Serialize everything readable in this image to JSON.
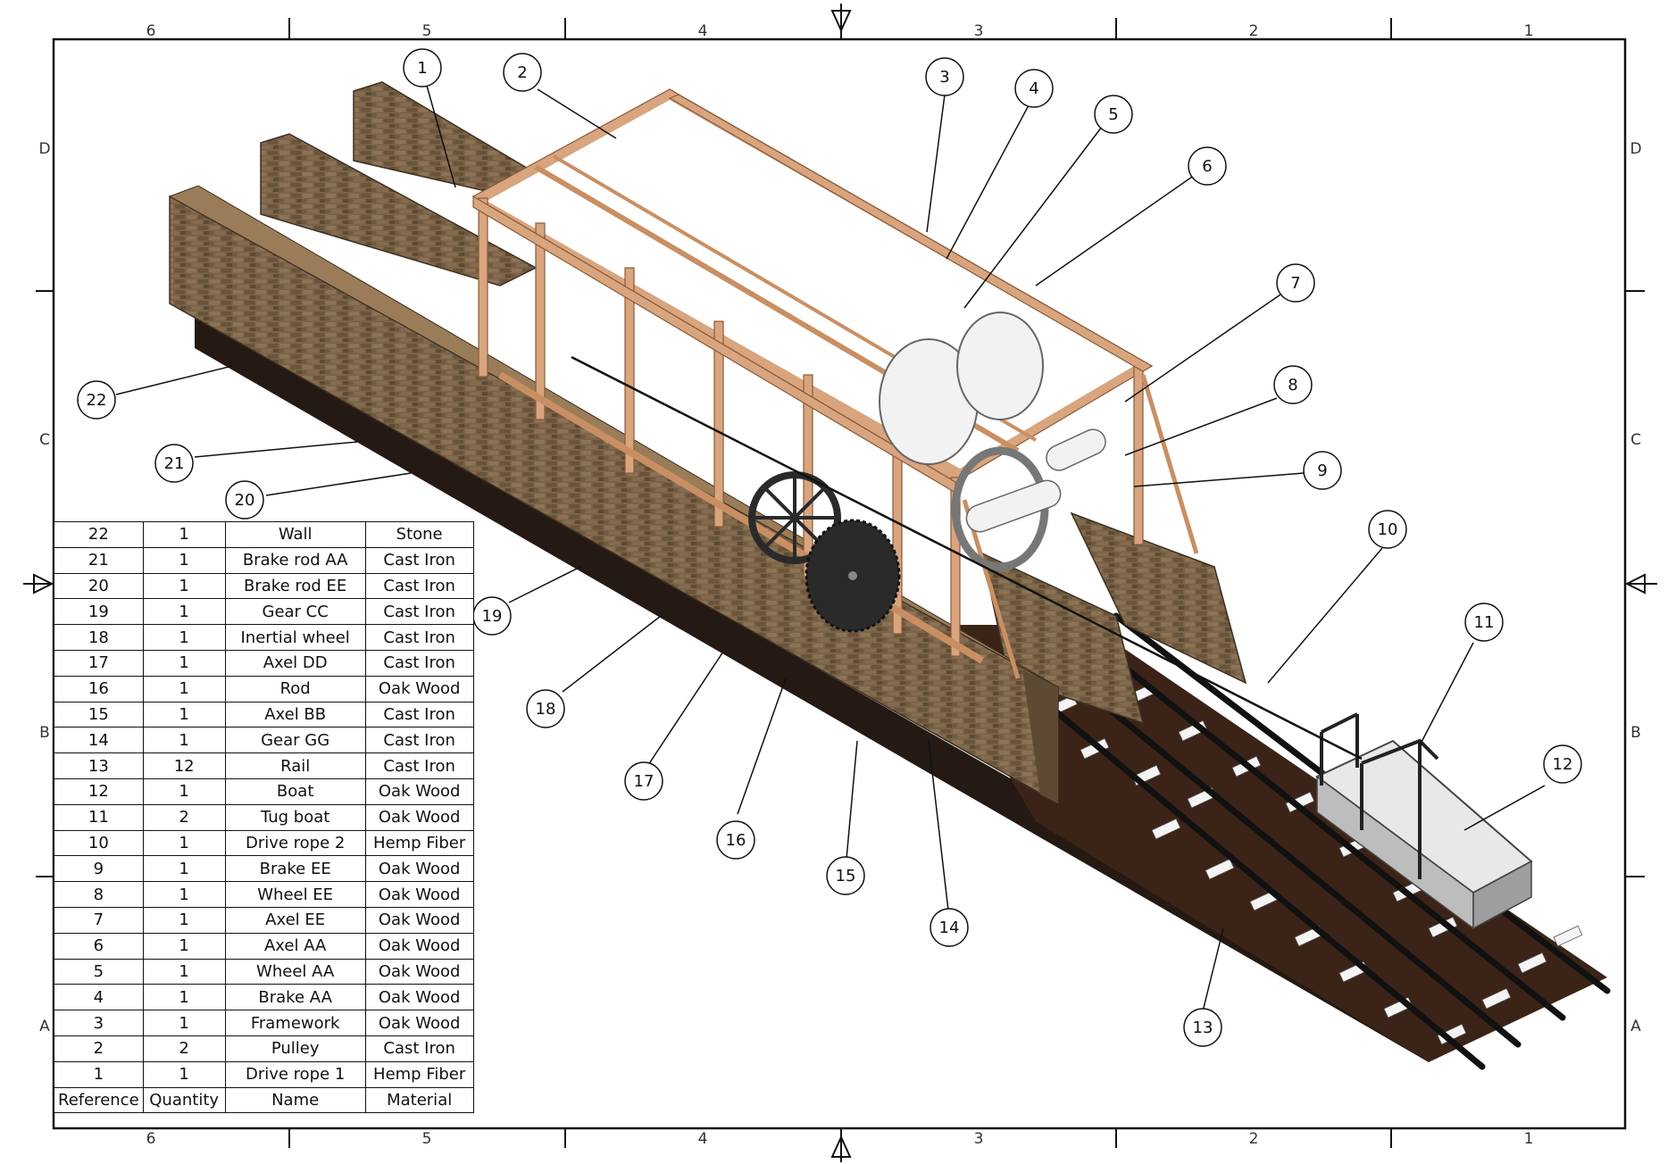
{
  "sheet": {
    "column_labels_top": [
      "6",
      "5",
      "4",
      "3",
      "2",
      "1"
    ],
    "column_labels_bottom": [
      "6",
      "5",
      "4",
      "3",
      "2",
      "1"
    ],
    "row_labels": [
      "D",
      "C",
      "B",
      "A"
    ]
  },
  "callouts": [
    "1",
    "2",
    "3",
    "4",
    "5",
    "6",
    "7",
    "8",
    "9",
    "10",
    "11",
    "12",
    "13",
    "14",
    "15",
    "16",
    "17",
    "18",
    "19",
    "20",
    "21",
    "22"
  ],
  "bom": {
    "headers": [
      "Reference",
      "Quantity",
      "Name",
      "Material"
    ],
    "rows": [
      [
        "22",
        "1",
        "Wall",
        "Stone"
      ],
      [
        "21",
        "1",
        "Brake rod AA",
        "Cast Iron"
      ],
      [
        "20",
        "1",
        "Brake rod EE",
        "Cast Iron"
      ],
      [
        "19",
        "1",
        "Gear CC",
        "Cast Iron"
      ],
      [
        "18",
        "1",
        "Inertial wheel",
        "Cast Iron"
      ],
      [
        "17",
        "1",
        "Axel DD",
        "Cast Iron"
      ],
      [
        "16",
        "1",
        "Rod",
        "Oak Wood"
      ],
      [
        "15",
        "1",
        "Axel BB",
        "Cast Iron"
      ],
      [
        "14",
        "1",
        "Gear GG",
        "Cast Iron"
      ],
      [
        "13",
        "12",
        "Rail",
        "Cast Iron"
      ],
      [
        "12",
        "1",
        "Boat",
        "Oak Wood"
      ],
      [
        "11",
        "2",
        "Tug boat",
        "Oak Wood"
      ],
      [
        "10",
        "1",
        "Drive rope 2",
        "Hemp Fiber"
      ],
      [
        "9",
        "1",
        "Brake EE",
        "Oak Wood"
      ],
      [
        "8",
        "1",
        "Wheel EE",
        "Oak Wood"
      ],
      [
        "7",
        "1",
        "Axel EE",
        "Oak Wood"
      ],
      [
        "6",
        "1",
        "Axel AA",
        "Oak Wood"
      ],
      [
        "5",
        "1",
        "Wheel AA",
        "Oak Wood"
      ],
      [
        "4",
        "1",
        "Brake AA",
        "Oak Wood"
      ],
      [
        "3",
        "1",
        "Framework",
        "Oak Wood"
      ],
      [
        "2",
        "2",
        "Pulley",
        "Cast Iron"
      ],
      [
        "1",
        "1",
        "Drive rope 1",
        "Hemp Fiber"
      ]
    ]
  },
  "colors": {
    "stone": "#6e5a42",
    "stone_dark": "#3d2f22",
    "wood_frame": "#d8a57e",
    "wood_frame_dark": "#a9714c",
    "ramp": "#3b2417",
    "rail": "#1a1a1a",
    "sleeper": "#f4f4f4",
    "iron": "#2a2a2a",
    "drum": "#f2f2f2"
  }
}
